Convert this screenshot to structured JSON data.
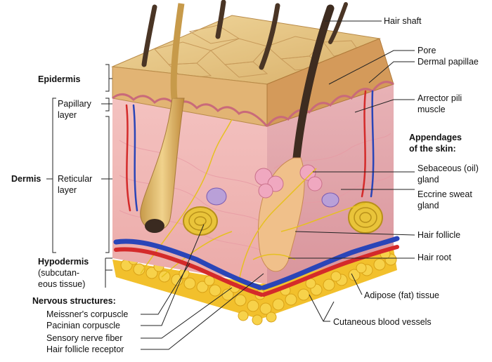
{
  "labels": {
    "hair_shaft": "Hair shaft",
    "pore": "Pore",
    "dermal_papillae": "Dermal papillae",
    "arrector_pili_1": "Arrector pili",
    "arrector_pili_2": "muscle",
    "appendages_1": "Appendages",
    "appendages_2": "of the skin:",
    "sebaceous_1": "Sebaceous (oil)",
    "sebaceous_2": "gland",
    "eccrine_1": "Eccrine sweat",
    "eccrine_2": "gland",
    "hair_follicle": "Hair follicle",
    "hair_root": "Hair root",
    "adipose": "Adipose (fat) tissue",
    "cutaneous": "Cutaneous blood vessels",
    "epidermis": "Epidermis",
    "papillary_1": "Papillary",
    "papillary_2": "layer",
    "dermis": "Dermis",
    "reticular_1": "Reticular",
    "reticular_2": "layer",
    "hypodermis_1": "Hypodermis",
    "hypodermis_2": "(subcutan-",
    "hypodermis_3": "eous tissue)",
    "nervous_structures": "Nervous structures:",
    "meissner": "Meissner's corpuscle",
    "pacinian": "Pacinian corpuscle",
    "sensory_nerve": "Sensory nerve fiber",
    "hair_follicle_receptor": "Hair follicle receptor"
  },
  "colors": {
    "epidermis_top": "#e8c98a",
    "epidermis_side": "#d9a45f",
    "dermis": "#f2b9b8",
    "hypodermis_fat": "#f4c430",
    "artery": "#d42a2a",
    "vein": "#2a45b8",
    "nerve": "#e6c020",
    "hair": "#4a3525"
  }
}
